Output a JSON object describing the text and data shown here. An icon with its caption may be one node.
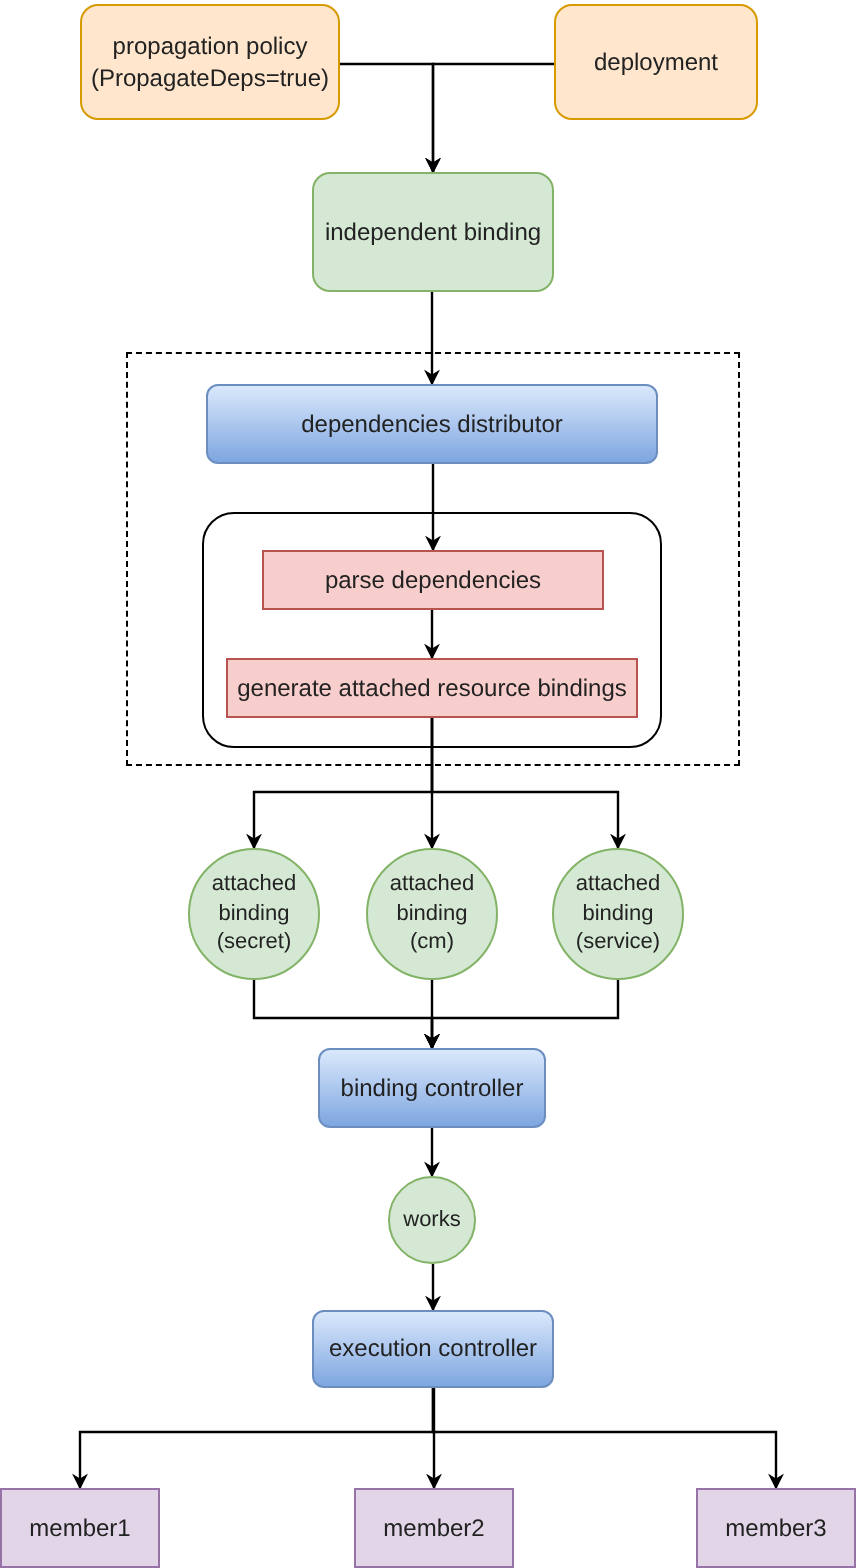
{
  "diagram": {
    "nodes": [
      {
        "text": [
          "propagation policy (PropagateDeps=true)"
        ]
      },
      {
        "text": [
          "deployment"
        ]
      },
      {
        "text": [
          "independent binding"
        ]
      },
      {
        "text": [],
        "shape": "box"
      },
      {
        "text": [
          "dependencies distributor"
        ],
        "in": 3
      },
      {
        "text": [],
        "shape": "box",
        "in": 3
      },
      {
        "text": [
          "parse dependencies"
        ],
        "in": 5
      },
      {
        "text": [
          "generate attached resource bindings"
        ],
        "in": 5
      },
      {
        "text": [
          "attached binding (secret)"
        ]
      },
      {
        "text": [
          "attached binding (cm)"
        ]
      },
      {
        "text": [
          "attached binding (service)"
        ]
      },
      {
        "text": [
          "binding controller"
        ]
      },
      {
        "text": [
          "works"
        ]
      },
      {
        "text": [
          "execution controller"
        ]
      },
      {
        "text": [
          "member1"
        ]
      },
      {
        "text": [
          "member2"
        ]
      },
      {
        "text": [
          "member3"
        ]
      }
    ],
    "edges": [
      {
        "from": 0,
        "to": 2,
        "arrow": "to"
      },
      {
        "from": 1,
        "to": 2,
        "arrow": "to"
      },
      {
        "from": 2,
        "to": 4,
        "arrow": "to"
      },
      {
        "from": 4,
        "to": 6,
        "arrow": "to"
      },
      {
        "from": 6,
        "to": 7,
        "arrow": "to"
      },
      {
        "from": 7,
        "to": 8,
        "arrow": "to"
      },
      {
        "from": 7,
        "to": 9,
        "arrow": "to"
      },
      {
        "from": 7,
        "to": 10,
        "arrow": "to"
      },
      {
        "from": 8,
        "to": 11,
        "arrow": "to"
      },
      {
        "from": 9,
        "to": 11,
        "arrow": "to"
      },
      {
        "from": 10,
        "to": 11,
        "arrow": "to"
      },
      {
        "from": 11,
        "to": 12,
        "arrow": "to"
      },
      {
        "from": 12,
        "to": 13,
        "arrow": "to"
      },
      {
        "from": 13,
        "to": 14,
        "arrow": "to"
      },
      {
        "from": 13,
        "to": 15,
        "arrow": "to"
      },
      {
        "from": 13,
        "to": 16,
        "arrow": "to"
      }
    ]
  }
}
